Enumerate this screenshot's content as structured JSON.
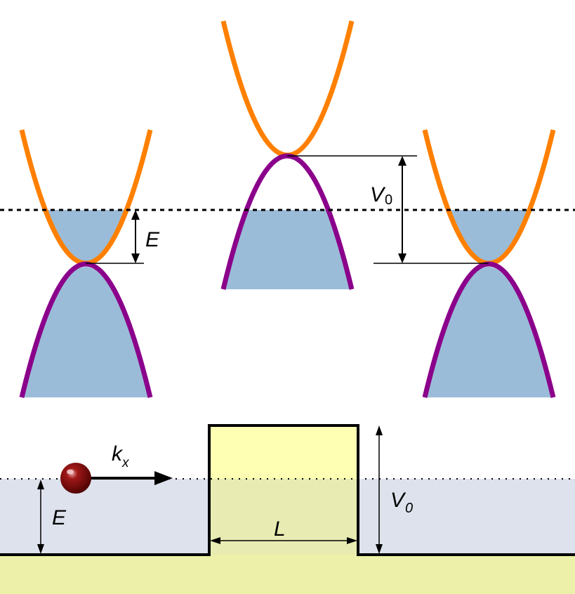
{
  "colors": {
    "conduction_band": "#ff8000",
    "valence_band": "#8b008b",
    "filled_states": "#9bbcd8",
    "barrier_fill": "#ffffb3",
    "barrier_overlap": "#e8ecb2",
    "substrate": "#ecf0a8",
    "energy_region": "#dde2ed",
    "particle": "#7a0000"
  },
  "labels": {
    "energy_top": "E",
    "potential_top_symbol": "V",
    "potential_top_sub": "0",
    "wavevector_symbol": "k",
    "wavevector_sub": "x",
    "energy_bottom": "E",
    "potential_bottom_symbol": "V",
    "potential_bottom_sub": "0",
    "width": "L"
  },
  "icons": {
    "particle": "electron-sphere-icon",
    "arrow": "wavevector-arrow-icon"
  }
}
